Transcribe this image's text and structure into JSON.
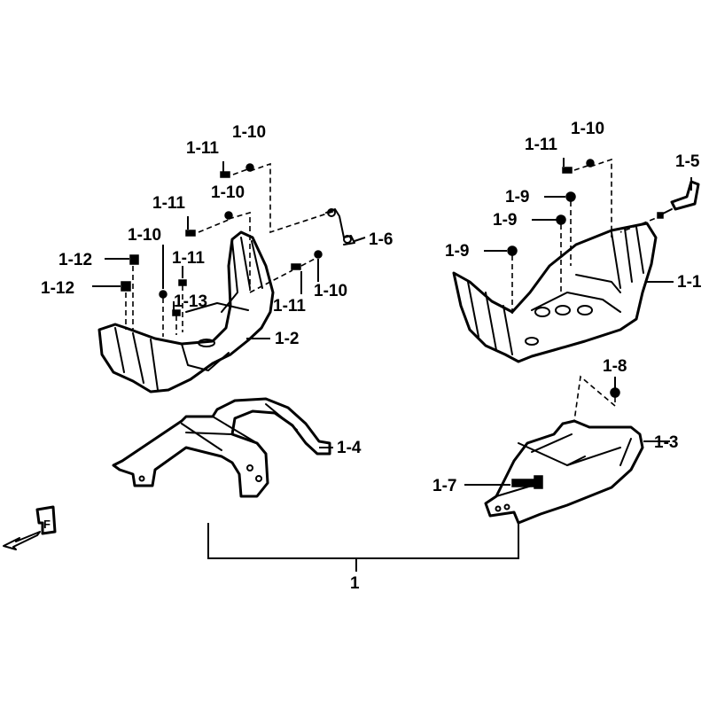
{
  "callouts": {
    "c_1_1": "1-1",
    "c_1_2": "1-2",
    "c_1_3": "1-3",
    "c_1_4": "1-4",
    "c_1_5": "1-5",
    "c_1_6": "1-6",
    "c_1_7": "1-7",
    "c_1_8": "1-8",
    "c_1_9a": "1-9",
    "c_1_9b": "1-9",
    "c_1_9c": "1-9",
    "c_1_10a": "1-10",
    "c_1_10b": "1-10",
    "c_1_10c": "1-10",
    "c_1_10d": "1-10",
    "c_1_10e": "1-10",
    "c_1_11a": "1-11",
    "c_1_11b": "1-11",
    "c_1_11c": "1-11",
    "c_1_11d": "1-11",
    "c_1_11e": "1-11",
    "c_1_12a": "1-12",
    "c_1_12b": "1-12",
    "c_1_13": "1-13",
    "assembly": "1"
  },
  "front_indicator": "F"
}
